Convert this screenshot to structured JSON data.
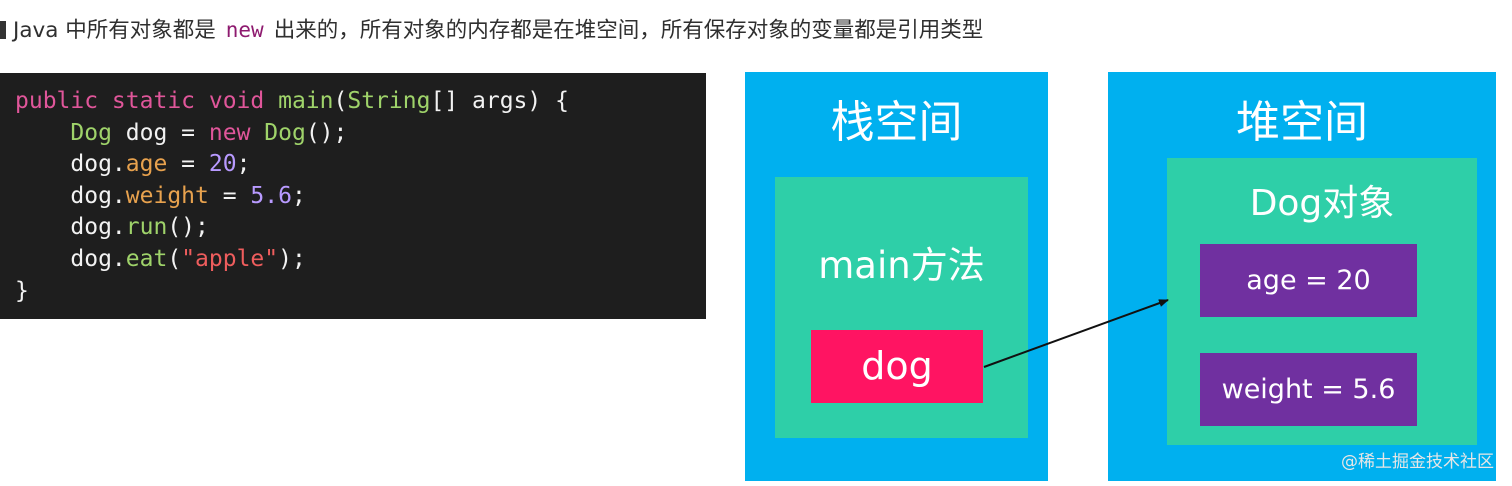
{
  "heading": {
    "before": "Java 中所有对象都是",
    "keyword": "new",
    "after": "出来的，所有对象的内存都是在堆空间，所有保存对象的变量都是引用类型"
  },
  "code_lines": [
    [
      {
        "t": "public static void ",
        "c": "kw"
      },
      {
        "t": "main",
        "c": "fn"
      },
      {
        "t": "(",
        "c": "plain"
      },
      {
        "t": "String",
        "c": "fn"
      },
      {
        "t": "[] args) {",
        "c": "plain"
      }
    ],
    [
      {
        "t": "    ",
        "c": "plain"
      },
      {
        "t": "Dog",
        "c": "fn"
      },
      {
        "t": " dog = ",
        "c": "plain"
      },
      {
        "t": "new ",
        "c": "kw"
      },
      {
        "t": "Dog",
        "c": "fn"
      },
      {
        "t": "();",
        "c": "plain"
      }
    ],
    [
      {
        "t": "    dog.",
        "c": "plain"
      },
      {
        "t": "age",
        "c": "prop"
      },
      {
        "t": " = ",
        "c": "plain"
      },
      {
        "t": "20",
        "c": "num"
      },
      {
        "t": ";",
        "c": "plain"
      }
    ],
    [
      {
        "t": "    dog.",
        "c": "plain"
      },
      {
        "t": "weight",
        "c": "prop"
      },
      {
        "t": " = ",
        "c": "plain"
      },
      {
        "t": "5.6",
        "c": "num"
      },
      {
        "t": ";",
        "c": "plain"
      }
    ],
    [
      {
        "t": "    dog.",
        "c": "plain"
      },
      {
        "t": "run",
        "c": "fn"
      },
      {
        "t": "();",
        "c": "plain"
      }
    ],
    [
      {
        "t": "    dog.",
        "c": "plain"
      },
      {
        "t": "eat",
        "c": "fn"
      },
      {
        "t": "(",
        "c": "plain"
      },
      {
        "t": "\"apple\"",
        "c": "str"
      },
      {
        "t": ");",
        "c": "plain"
      }
    ],
    [
      {
        "t": "}",
        "c": "plain"
      }
    ]
  ],
  "diagram": {
    "stack_title": "栈空间",
    "heap_title": "堆空间",
    "main_frame_label": "main方法",
    "variable_label": "dog",
    "object_title": "Dog对象",
    "fields": [
      "age = 20",
      "weight = 5.6"
    ]
  },
  "watermark": "@稀土掘金技术社区",
  "colors": {
    "region_bg": "#00b0ef",
    "frame_bg": "#2ecfa8",
    "reference_bg": "#ff1462",
    "field_bg": "#7030a0",
    "code_bg": "#1e1e1e"
  }
}
